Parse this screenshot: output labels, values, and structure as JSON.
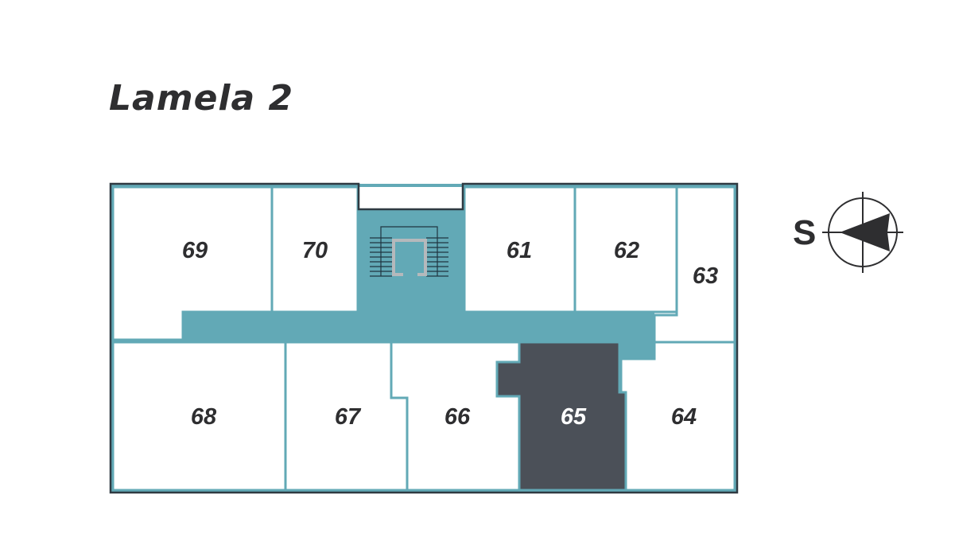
{
  "title": "Lamela 2",
  "colors": {
    "corridor": "#62a9b6",
    "selected_unit": "#4b5058",
    "outer_wall": "#2f3a42",
    "unit_fill": "#ffffff",
    "text": "#2e2e30"
  },
  "compass": {
    "direction_label": "S",
    "icon": "compass-arrow-icon"
  },
  "stairs": {
    "icon": "staircase-icon"
  },
  "units": [
    {
      "id": "69",
      "label": "69",
      "selected": false
    },
    {
      "id": "70",
      "label": "70",
      "selected": false
    },
    {
      "id": "61",
      "label": "61",
      "selected": false
    },
    {
      "id": "62",
      "label": "62",
      "selected": false
    },
    {
      "id": "63",
      "label": "63",
      "selected": false
    },
    {
      "id": "68",
      "label": "68",
      "selected": false
    },
    {
      "id": "67",
      "label": "67",
      "selected": false
    },
    {
      "id": "66",
      "label": "66",
      "selected": false
    },
    {
      "id": "65",
      "label": "65",
      "selected": true
    },
    {
      "id": "64",
      "label": "64",
      "selected": false
    }
  ]
}
